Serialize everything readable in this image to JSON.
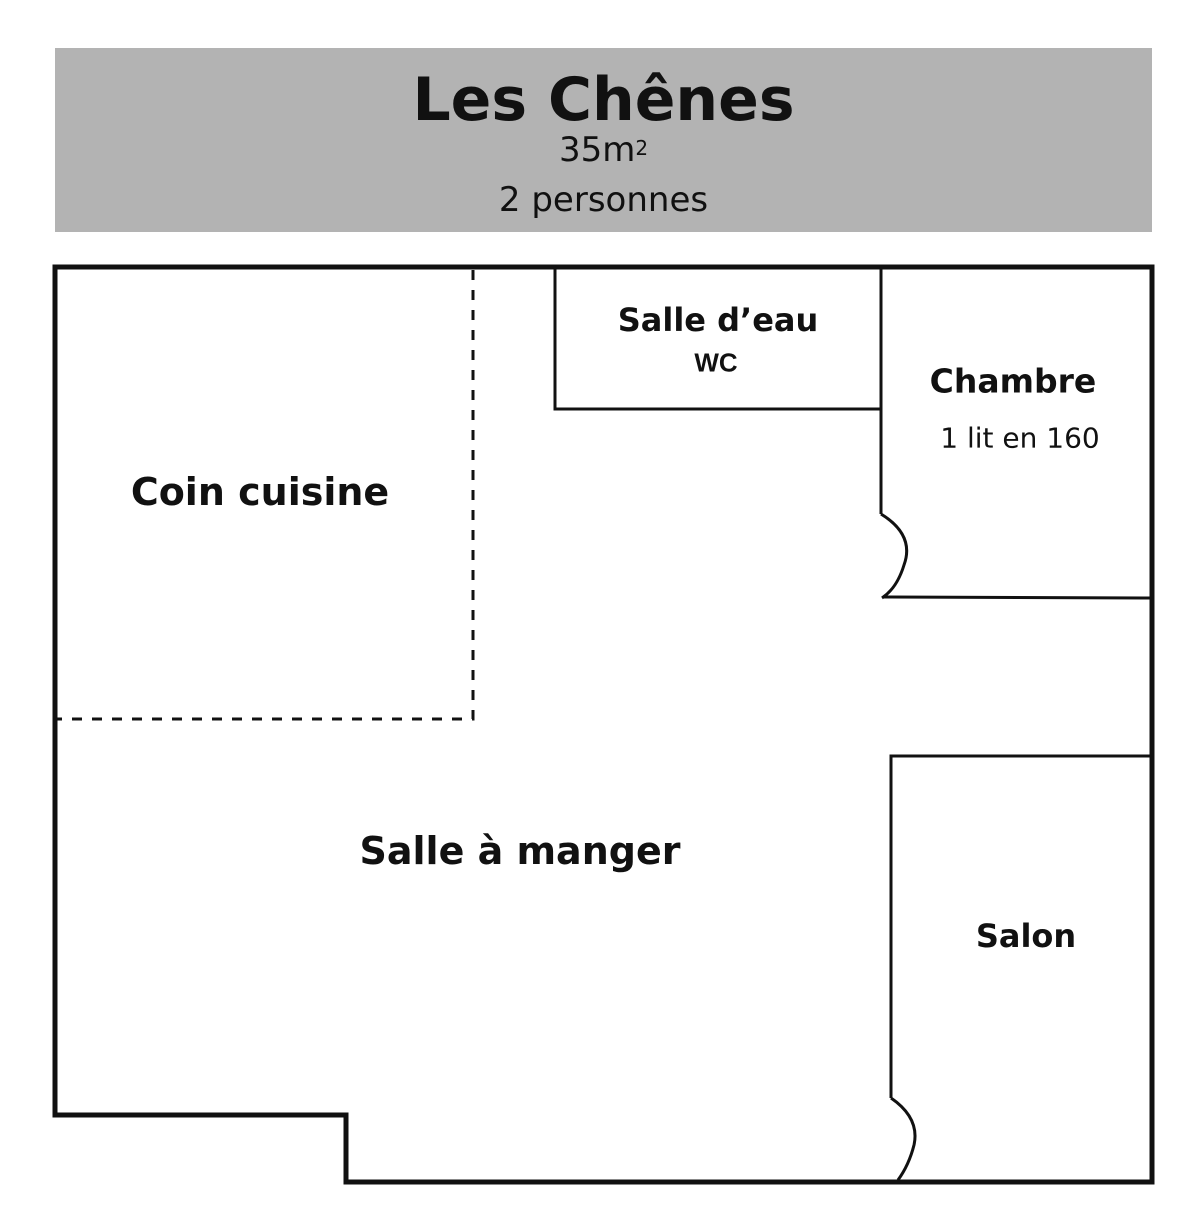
{
  "header": {
    "title": "Les Chênes",
    "area_value": "35m",
    "area_sup": "2",
    "persons": "2 personnes"
  },
  "rooms": {
    "coin_cuisine": "Coin cuisine",
    "salle_eau": "Salle d’eau",
    "wc": "WC",
    "chambre": "Chambre",
    "chambre_detail": "1 lit en 160",
    "salle_manger": "Salle à manger",
    "salon": "Salon"
  },
  "colors": {
    "header_bg": "#b3b3b3",
    "wall": "#111111",
    "background": "#ffffff"
  }
}
